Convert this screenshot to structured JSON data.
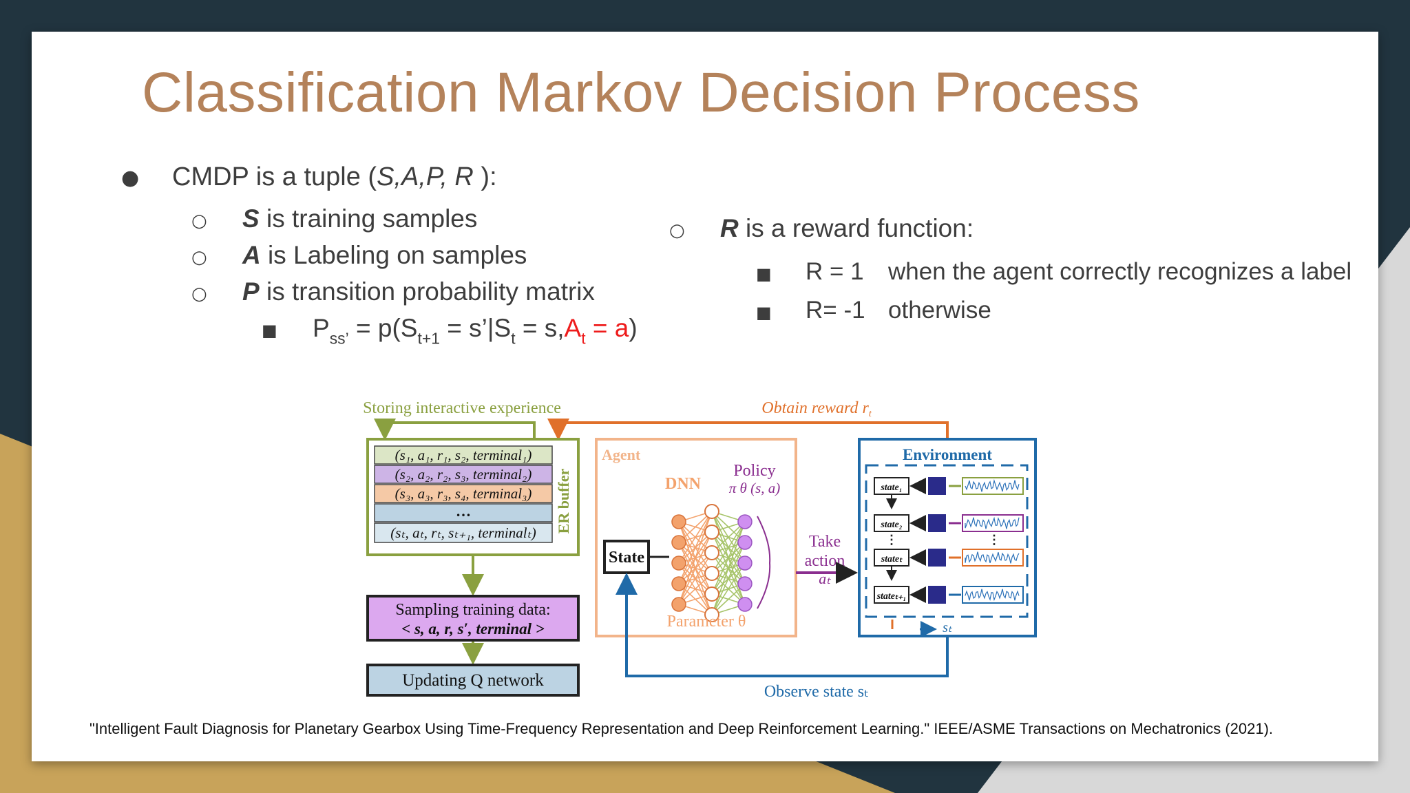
{
  "slide": {
    "title": "Classification Markov Decision Process",
    "tuple": {
      "prefix": "CMDP is a tuple (",
      "vars": "S,A,P, R",
      "suffix": " ):"
    },
    "items": [
      {
        "sym": "S",
        "text": " is training samples"
      },
      {
        "sym": "A",
        "text": " is Labeling on samples"
      },
      {
        "sym": "P",
        "text": " is transition probability matrix"
      }
    ],
    "formula": {
      "p": "P",
      "p_sub": "ss’",
      "eq1": " = p(S",
      "s1_sub": "t+1",
      "eq2": " = s’|S",
      "s2_sub": "t",
      "eq3": " = s,",
      "a": "A",
      "a_sub": "t",
      "eq4": " = a",
      "close": ")"
    },
    "reward": {
      "sym": "R",
      "text": "  is a reward function:",
      "rows": [
        {
          "lhs": "R = 1",
          "rhs": "when the agent correctly recognizes a label"
        },
        {
          "lhs": "R= -1",
          "rhs": "otherwise"
        }
      ]
    },
    "citation": "\"Intelligent Fault Diagnosis for Planetary Gearbox Using Time-Frequency Representation and Deep Reinforcement Learning.\" IEEE/ASME Transactions on Mechatronics (2021)."
  },
  "figure": {
    "top_left_label": "Storing interactive experience",
    "top_right_label": "Obtain reward r",
    "top_right_sub": "t",
    "er_buffer_label": "ER buffer",
    "er_rows": [
      "(s₁, a₁, r₁, s₂, terminal₁)",
      "(s₂, a₂, r₂, s₃, terminal₂)",
      "(s₃, a₃, r₃, s₄, terminal₃)",
      "…",
      "(sₜ, aₜ, rₜ, sₜ₊₁, terminalₜ)"
    ],
    "sampling_title": "Sampling training data:",
    "sampling_sub": "< s, a, r, s′, terminal >",
    "updating_label": "Updating Q network",
    "agent_label": "Agent",
    "dnn_label": "DNN",
    "policy_label": "Policy",
    "policy_sub": "π θ (s, a)",
    "state_box": "State",
    "parameter_label": "Parameter  θ",
    "take_action_1": "Take",
    "take_action_2": "action",
    "take_action_3": "aₜ",
    "environment_label": "Environment",
    "env_states": [
      "state₁",
      "state₂",
      "stateₜ",
      "stateₜ₊₁"
    ],
    "env_bottom": "sₜ",
    "observe_label": "Observe state sₜ",
    "colors": {
      "olive": "#8aa040",
      "orange": "#e0702a",
      "blue": "#1f6aa8",
      "agent_border": "#f2b48a",
      "purple": "#dca8ef",
      "light_blue": "#bcd3e3",
      "navy": "#2a2b8a",
      "net_orange": "#f3a26c",
      "net_purple": "#cf8ff0"
    }
  }
}
